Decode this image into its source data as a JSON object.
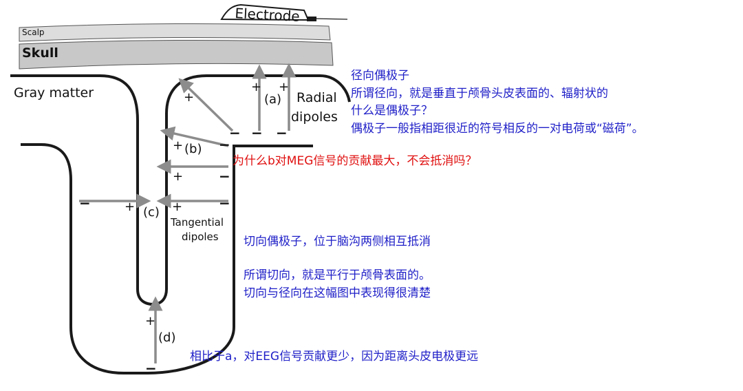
{
  "colors": {
    "arrow": "#8c8c8c",
    "outline": "#1a1a1a",
    "skull_fill": "#c8c8c8",
    "scalp_fill": "#dddddd",
    "note_blue": "#1f1fc8",
    "note_red": "#e01010"
  },
  "labels": {
    "electrode": "Electrode",
    "scalp": "Scalp",
    "skull": "Skull",
    "gray_matter": "Gray matter",
    "radial_dipoles_line1": "Radial",
    "radial_dipoles_line2": "dipoles",
    "tangential_dipoles_line1": "Tangential",
    "tangential_dipoles_line2": "dipoles",
    "a": "(a)",
    "b": "(b)",
    "c": "(c)",
    "d": "(d)"
  },
  "signs": {
    "plus": "+",
    "minus": "−"
  },
  "notes": {
    "radial_title": "径向偶极子",
    "radial_def": "所谓径向，就是垂直于颅骨头皮表面的、辐射状的",
    "dipole_q": "什么是偶极子？",
    "dipole_def": "偶极子一般指相距很近的符号相反的一对电荷或“磁荷”。",
    "meg_q": "为什么b对MEG信号的贡献最大，不会抵消吗？",
    "tangential_title": "切向偶极子，位于脑沟两侧相互抵消",
    "tangential_def": "所谓切向，就是平行于颅骨表面的。",
    "contrast": "切向与径向在这幅图中表现得很清楚",
    "compare_a": "相比于a，对EEG信号贡献更少，因为距离头皮电极更远"
  }
}
